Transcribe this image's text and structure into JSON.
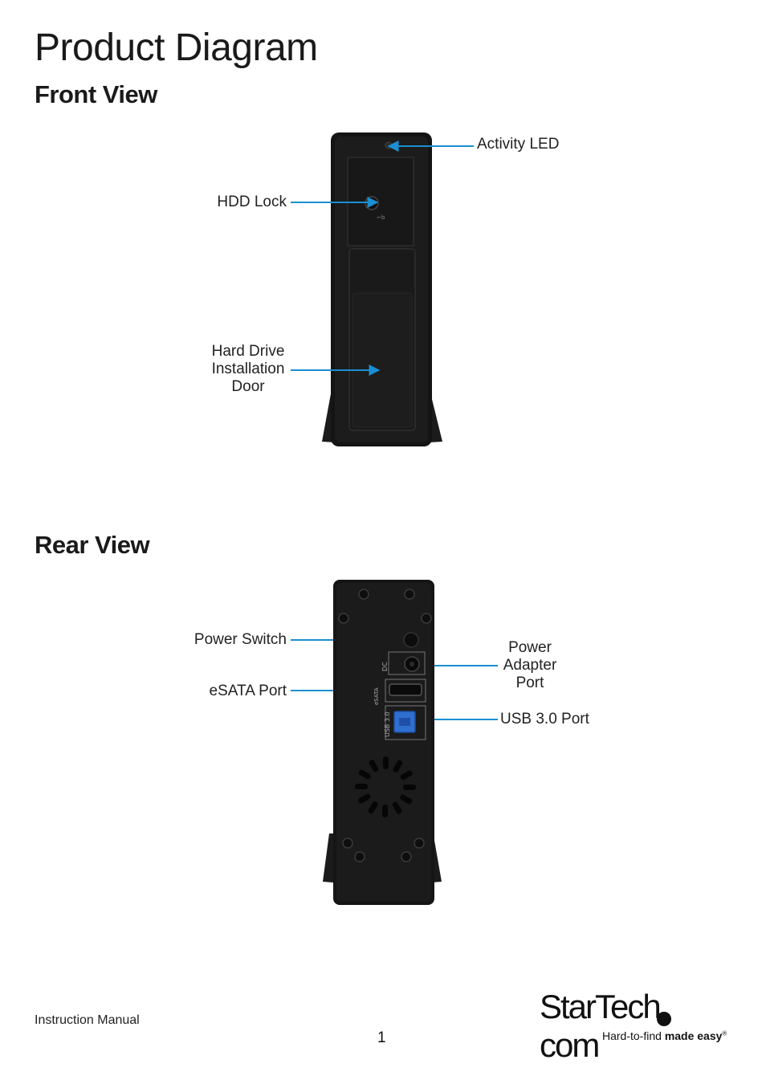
{
  "page": {
    "title": "Product Diagram",
    "footer_left": "Instruction Manual",
    "page_number": "1"
  },
  "front_view": {
    "heading": "Front View",
    "callouts": {
      "activity_led": "Activity LED",
      "hdd_lock": "HDD Lock",
      "door": "Hard Drive\nInstallation\nDoor"
    }
  },
  "rear_view": {
    "heading": "Rear View",
    "callouts": {
      "power_switch": "Power Switch",
      "esata_port": "eSATA Port",
      "power_adapter": "Power\nAdapter\nPort",
      "usb_port": "USB 3.0 Port"
    },
    "port_markings": {
      "dc": "DC",
      "esata": "eSATA",
      "usb": "USB 3.0"
    }
  },
  "logo": {
    "brand": "StarTech",
    "domain": "com",
    "tagline_regular": "Hard-to-find ",
    "tagline_bold": "made easy",
    "registered": "®"
  },
  "colors": {
    "arrow": "#1a8fd1",
    "device_body": "#141414",
    "usb_port": "#2f6fd0"
  }
}
